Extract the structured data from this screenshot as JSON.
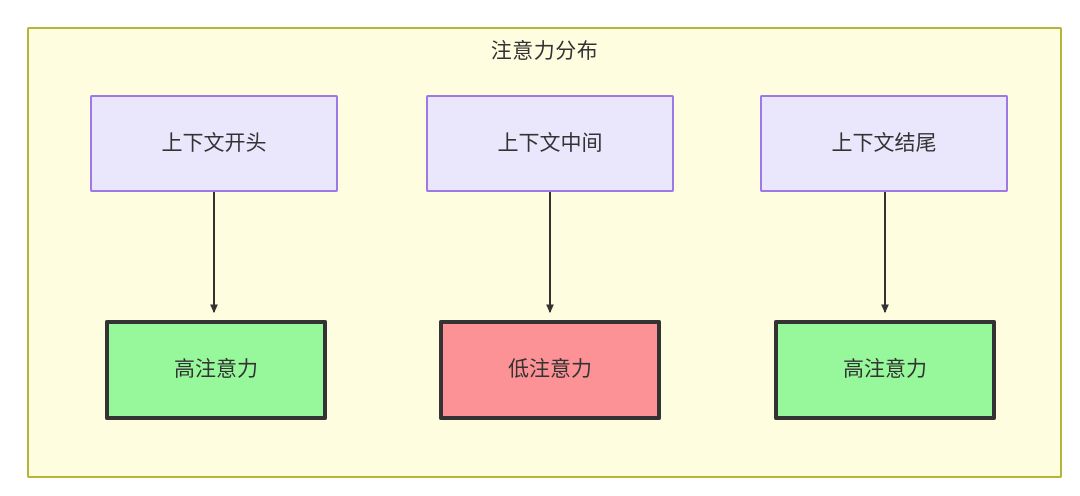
{
  "diagram": {
    "title": "注意力分布",
    "container": {
      "fill": "#fffde0",
      "border": "#b5b53a"
    },
    "colors": {
      "source_fill": "#eae7fd",
      "source_border": "#9d78e6",
      "high_attention_fill": "#97f79b",
      "low_attention_fill": "#fd9296",
      "outcome_border": "#333333",
      "edge": "#333333",
      "text": "#333333"
    },
    "columns": [
      {
        "id": "start",
        "source_label": "上下文开头",
        "outcome_label": "高注意力",
        "outcome_level": "high"
      },
      {
        "id": "middle",
        "source_label": "上下文中间",
        "outcome_label": "低注意力",
        "outcome_level": "low"
      },
      {
        "id": "end",
        "source_label": "上下文结尾",
        "outcome_label": "高注意力",
        "outcome_level": "high"
      }
    ],
    "edges": [
      {
        "from": "上下文开头",
        "to": "高注意力",
        "label": ""
      },
      {
        "from": "上下文中间",
        "to": "低注意力",
        "label": ""
      },
      {
        "from": "上下文结尾",
        "to": "高注意力",
        "label": ""
      }
    ]
  }
}
